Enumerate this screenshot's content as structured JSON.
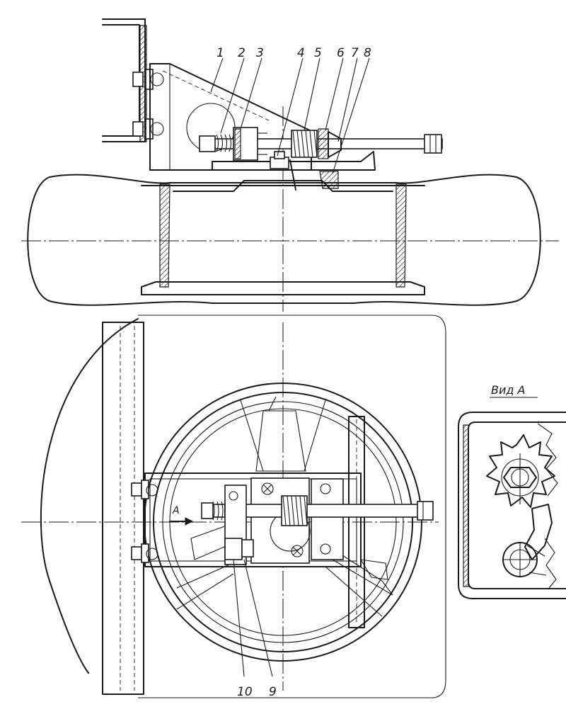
{
  "callouts_top": [
    "1",
    "2",
    "3",
    "4",
    "5",
    "6",
    "7",
    "8"
  ],
  "callouts_bottom": [
    "10",
    "9"
  ],
  "view_label": "Вид А",
  "arrow_label": "А"
}
